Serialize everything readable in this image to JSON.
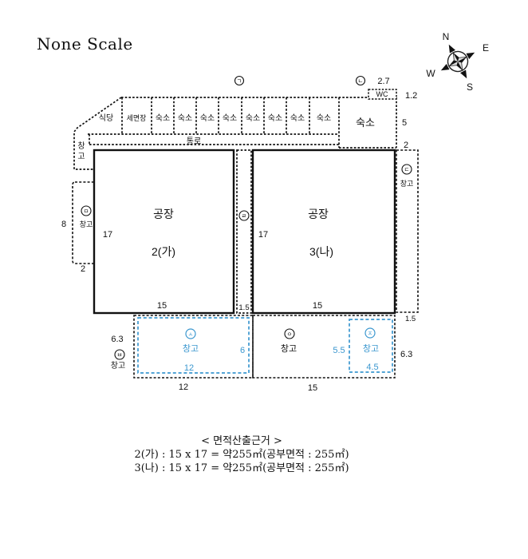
{
  "title": "None Scale",
  "colors": {
    "accent": "#3b97cf",
    "ink": "#111111"
  },
  "compass": {
    "n": "N",
    "e": "E",
    "s": "S",
    "w": "W"
  },
  "markers": {
    "g": "ㄱ",
    "n": "ㄴ",
    "d": "ㄷ",
    "r": "ㄹ",
    "m": "ㅁ",
    "b": "ㅂ",
    "s": "ㅅ",
    "ng": "ㅇ",
    "j": "ㅈ"
  },
  "top_row": {
    "cells": [
      "식당",
      "세면장",
      "숙소",
      "숙소",
      "숙소",
      "숙소",
      "숙소",
      "숙소",
      "숙소",
      "숙소"
    ],
    "dorm_large": "숙소",
    "corridor": "통로",
    "wc": "WC",
    "dim_wc_top": "2.7",
    "dim_wc_side": "1.2",
    "dim_dorm_side": "5",
    "dim_gap": "2"
  },
  "left": {
    "storage_top_chars": [
      "창",
      "고"
    ],
    "storage_mid": "창고",
    "dim_8": "8",
    "dim_2": "2"
  },
  "right": {
    "storage": "창고",
    "dim_bottom": "1.5"
  },
  "factories": {
    "left_name": "공장",
    "left_unit": "2(가)",
    "right_name": "공장",
    "right_unit": "3(나)",
    "dim_17_left": "17",
    "dim_15_left": "15",
    "dim_17_right": "17",
    "dim_15_right": "15",
    "dim_strip": "1.5"
  },
  "bottom_left": {
    "storage_blue": "창고",
    "dim_6": "6",
    "dim_12_in": "12",
    "dim_12_out": "12",
    "dim_63": "6.3",
    "storage_out": "창고"
  },
  "bottom_right": {
    "storage_black": "창고",
    "storage_blue": "창고",
    "dim_55": "5.5",
    "dim_45": "4.5",
    "dim_63": "6.3",
    "dim_15_top": "1.5",
    "dim_15": "15"
  },
  "note": {
    "heading": "< 면적산출근거 >",
    "line1": "2(가) : 15 x 17 = 약255㎡(공부면적 : 255㎡)",
    "line2": "3(나) : 15 x 17 = 약255㎡(공부면적 : 255㎡)"
  }
}
